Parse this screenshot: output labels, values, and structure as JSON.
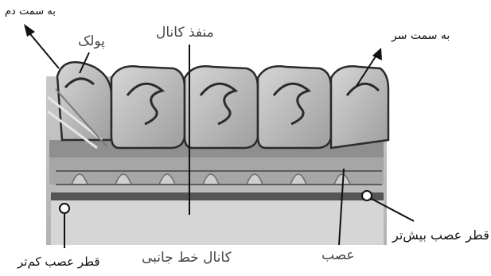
{
  "diagram": {
    "labels": {
      "tail_direction": "به سمت دم",
      "scale": "پولک",
      "canal_pore": "منفذ کانال",
      "head_direction": "به سمت سر",
      "larger_nerve_diameter": "قطر عصب بیش‌تر",
      "nerve": "عصب",
      "lateral_line_canal": "کانال خط جانبی",
      "smaller_nerve_diameter": "قطر عصب کم‌تر"
    },
    "colors": {
      "scale_fill": "#b9b9b9",
      "scale_edge": "#2b2b2b",
      "nerve_band": "#555555",
      "canal_band": "#9a9a9a",
      "background_tissue": "#d2d2d2"
    }
  }
}
